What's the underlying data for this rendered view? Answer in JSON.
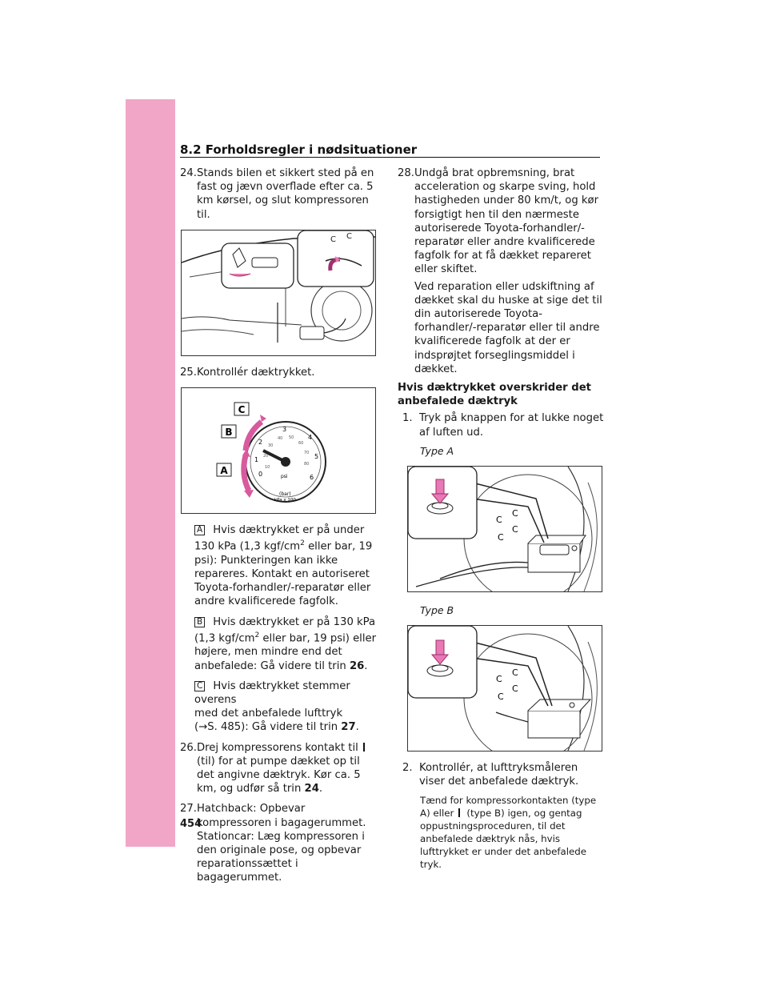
{
  "header": {
    "section_title": "8.2 Forholdsregler i nødsituationer"
  },
  "page_number": "454",
  "left_col": {
    "step24": {
      "num": "24.",
      "text": "Stands bilen et sikkert sted på en fast og jævn overflade efter ca. 5 km kørsel, og slut kompressoren til."
    },
    "step25": {
      "num": "25.",
      "text": "Kontrollér dæktrykket."
    },
    "gauge": {
      "labels": [
        "A",
        "B",
        "C"
      ],
      "bar_ticks": [
        "0",
        "1",
        "2",
        "3",
        "4",
        "5",
        "6"
      ],
      "psi_ticks": [
        "10",
        "20",
        "30",
        "40",
        "50",
        "60",
        "70",
        "80"
      ],
      "unit_psi": "psi",
      "unit_bar": "(bar)",
      "unit_kpa": "kPa x 100"
    },
    "note_a": {
      "label": "A",
      "l1": "Hvis dæktrykket er på under",
      "l2a": "130 kPa (1,3 kgf/cm",
      "sup": "2",
      "l2b": " eller bar, 19 psi):",
      "l3": "Punkteringen kan ikke repareres. Kontakt en autoriseret Toyota-forhandler/-reparatør eller andre kvalificerede fagfolk."
    },
    "note_b": {
      "label": "B",
      "l1": "Hvis dæktrykket er på 130 kPa",
      "l2a": "(1,3 kgf/cm",
      "sup": "2",
      "l2b": " eller bar, 19 psi) eller højere, men mindre end det anbefalede: Gå videre til trin ",
      "step_ref": "26",
      "end": "."
    },
    "note_c": {
      "label": "C",
      "l1": "Hvis dæktrykket stemmer overens",
      "l2": "med det anbefalede lufttryk",
      "l3a": "(→S. 485): Gå videre til trin ",
      "step_ref": "27",
      "end": "."
    },
    "step26": {
      "num": "26.",
      "t1": "Drej kompressorens kontakt til",
      "t2": "(til) for at pumpe dækket op til det angivne dæktryk. Kør ca. 5 km, og udfør så trin ",
      "step_ref": "24",
      "end": "."
    },
    "step27": {
      "num": "27.",
      "text": "Hatchback: Opbevar kompressoren i bagagerummet. Stationcar: Læg kompressoren i den originale pose, og opbevar reparationssættet i bagagerummet."
    }
  },
  "right_col": {
    "step28": {
      "num": "28.",
      "text": "Undgå brat opbremsning, brat acceleration og skarpe sving, hold hastigheden under 80 km/t, og kør forsigtigt hen til den nærmeste autoriserede Toyota-forhandler/-reparatør eller andre kvalificerede fagfolk for at få dækket repareret eller skiftet."
    },
    "step28_para": "Ved reparation eller udskiftning af dækket skal du huske at sige det til din autoriserede Toyota-forhandler/-reparatør eller til andre kvalificerede fagfolk at der er indsprøjtet forseglingsmiddel i dækket.",
    "subhead": "Hvis dæktrykket overskrider det anbefalede dæktryk",
    "step1": {
      "num": "1.",
      "text": "Tryk på knappen for at lukke noget af luften ud."
    },
    "type_a": "Type A",
    "type_b": "Type B",
    "step2": {
      "num": "2.",
      "text": "Kontrollér, at lufttryksmåleren viser det anbefalede dæktryk."
    },
    "small_note": {
      "t1": "Tænd for kompressorkontakten (type A) eller",
      "t2": "(type B) igen, og gentag oppustningsproceduren, til det anbefalede dæktryk nås, hvis lufttrykket er under det anbefalede tryk."
    }
  }
}
